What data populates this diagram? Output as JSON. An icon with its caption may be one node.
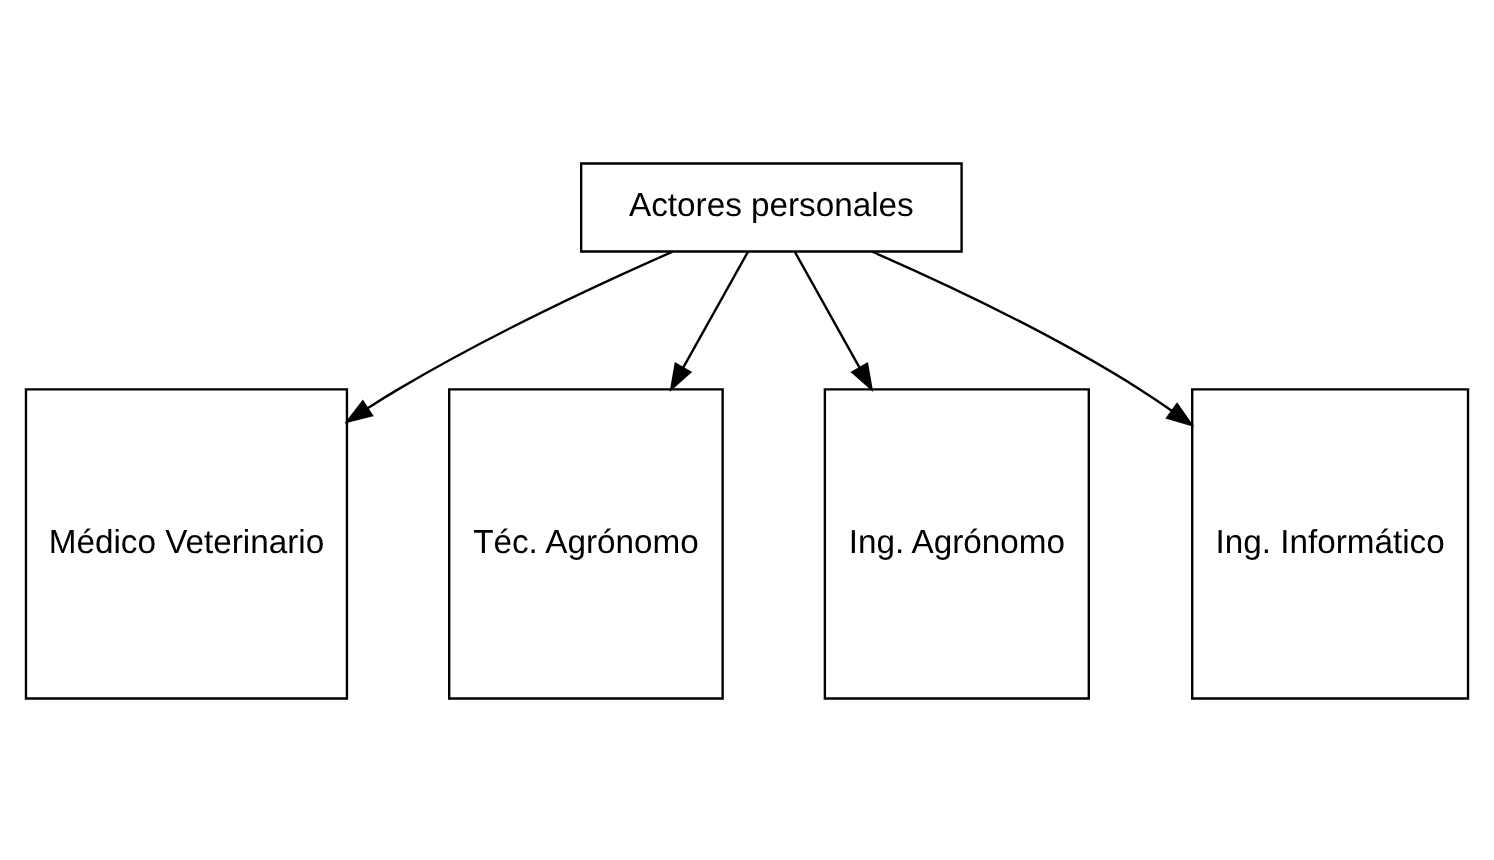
{
  "diagram": {
    "nodes": [
      {
        "text": [
          "Actores personales"
        ]
      },
      {
        "text": [
          "Médico Veterinario"
        ]
      },
      {
        "text": [
          "Téc. Agrónomo"
        ]
      },
      {
        "text": [
          "Ing. Agrónomo"
        ]
      },
      {
        "text": [
          "Ing. Informático"
        ]
      }
    ],
    "edges": [
      {
        "from": 0,
        "to": 1,
        "arrow": "to"
      },
      {
        "from": 0,
        "to": 2,
        "arrow": "to"
      },
      {
        "from": 0,
        "to": 3,
        "arrow": "to"
      },
      {
        "from": 0,
        "to": 4,
        "arrow": "to"
      }
    ]
  }
}
